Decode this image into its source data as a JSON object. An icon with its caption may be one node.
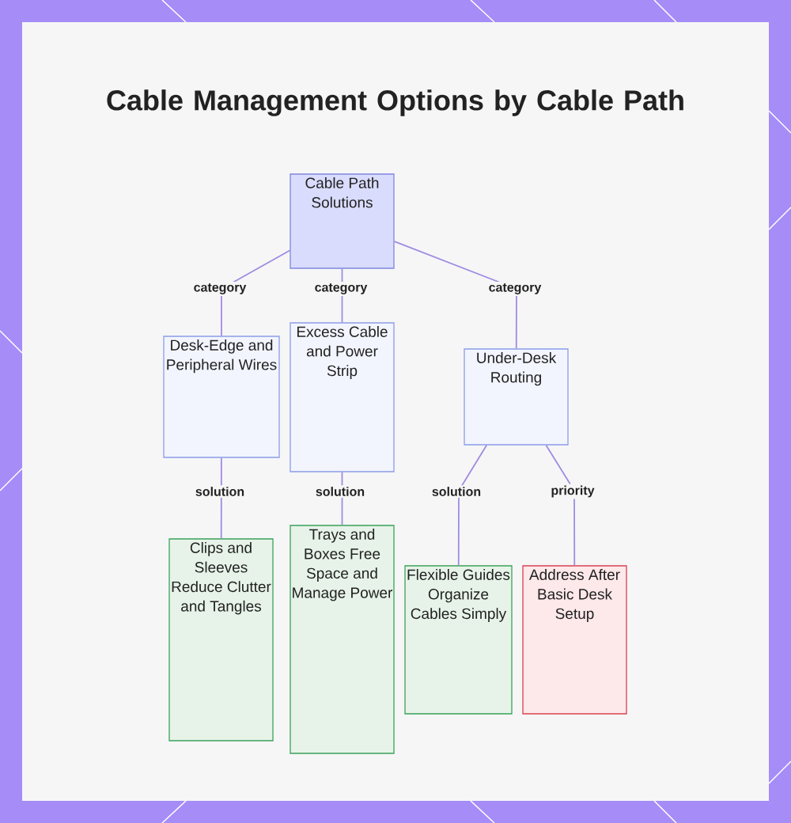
{
  "diagram": {
    "title": "Cable Management Options by Cable Path",
    "nodes": [
      {
        "text": [
          "Cable Path Solutions"
        ]
      },
      {
        "text": [
          "Desk-Edge and Peripheral Wires"
        ]
      },
      {
        "text": [
          "Excess Cable and Power Strip"
        ]
      },
      {
        "text": [
          "Under-Desk Routing"
        ]
      },
      {
        "text": [
          "Clips and Sleeves Reduce Clutter and Tangles"
        ]
      },
      {
        "text": [
          "Trays and Boxes Free Space and Manage Power"
        ]
      },
      {
        "text": [
          "Flexible Guides Organize Cables Simply"
        ]
      },
      {
        "text": [
          "Address After Basic Desk Setup"
        ]
      }
    ],
    "edges": [
      {
        "from": 0,
        "to": 1,
        "arrow": "none",
        "label": "category"
      },
      {
        "from": 0,
        "to": 2,
        "arrow": "none",
        "label": "category"
      },
      {
        "from": 0,
        "to": 3,
        "arrow": "none",
        "label": "category"
      },
      {
        "from": 1,
        "to": 4,
        "arrow": "none",
        "label": "solution"
      },
      {
        "from": 2,
        "to": 5,
        "arrow": "none",
        "label": "solution"
      },
      {
        "from": 3,
        "to": 6,
        "arrow": "none",
        "label": "solution"
      },
      {
        "from": 3,
        "to": 7,
        "arrow": "none",
        "label": "priority"
      }
    ]
  }
}
